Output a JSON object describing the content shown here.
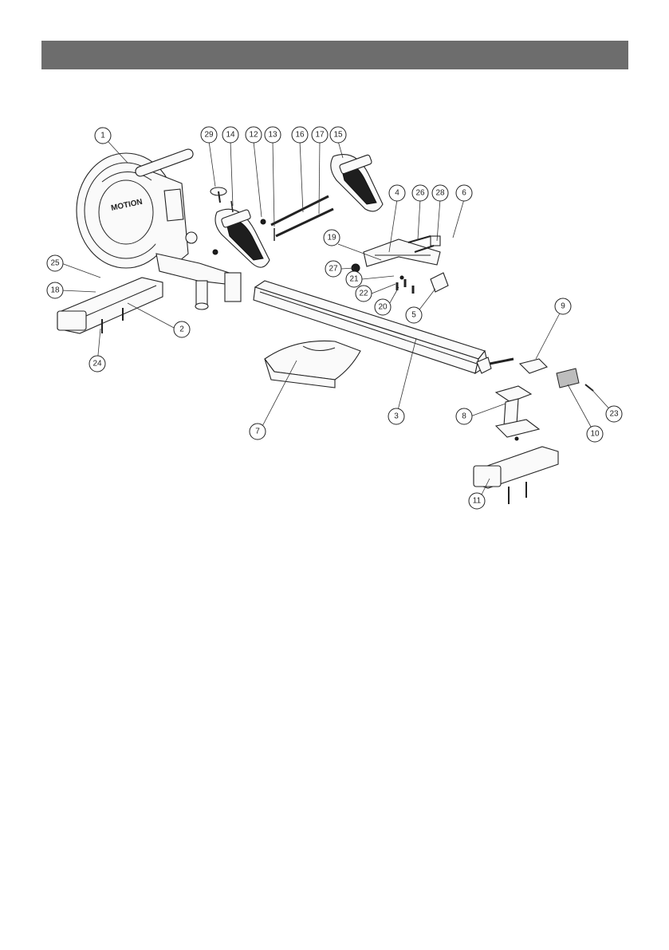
{
  "header": {
    "title": ""
  },
  "diagram": {
    "brand_text": "MOTION",
    "callouts": [
      {
        "label": "1"
      },
      {
        "label": "29"
      },
      {
        "label": "14"
      },
      {
        "label": "12"
      },
      {
        "label": "13"
      },
      {
        "label": "16"
      },
      {
        "label": "17"
      },
      {
        "label": "15"
      },
      {
        "label": "4"
      },
      {
        "label": "26"
      },
      {
        "label": "28"
      },
      {
        "label": "6"
      },
      {
        "label": "19"
      },
      {
        "label": "27"
      },
      {
        "label": "21"
      },
      {
        "label": "22"
      },
      {
        "label": "20"
      },
      {
        "label": "5"
      },
      {
        "label": "25"
      },
      {
        "label": "18"
      },
      {
        "label": "2"
      },
      {
        "label": "24"
      },
      {
        "label": "9"
      },
      {
        "label": "7"
      },
      {
        "label": "3"
      },
      {
        "label": "8"
      },
      {
        "label": "10"
      },
      {
        "label": "23"
      },
      {
        "label": "11"
      }
    ]
  }
}
